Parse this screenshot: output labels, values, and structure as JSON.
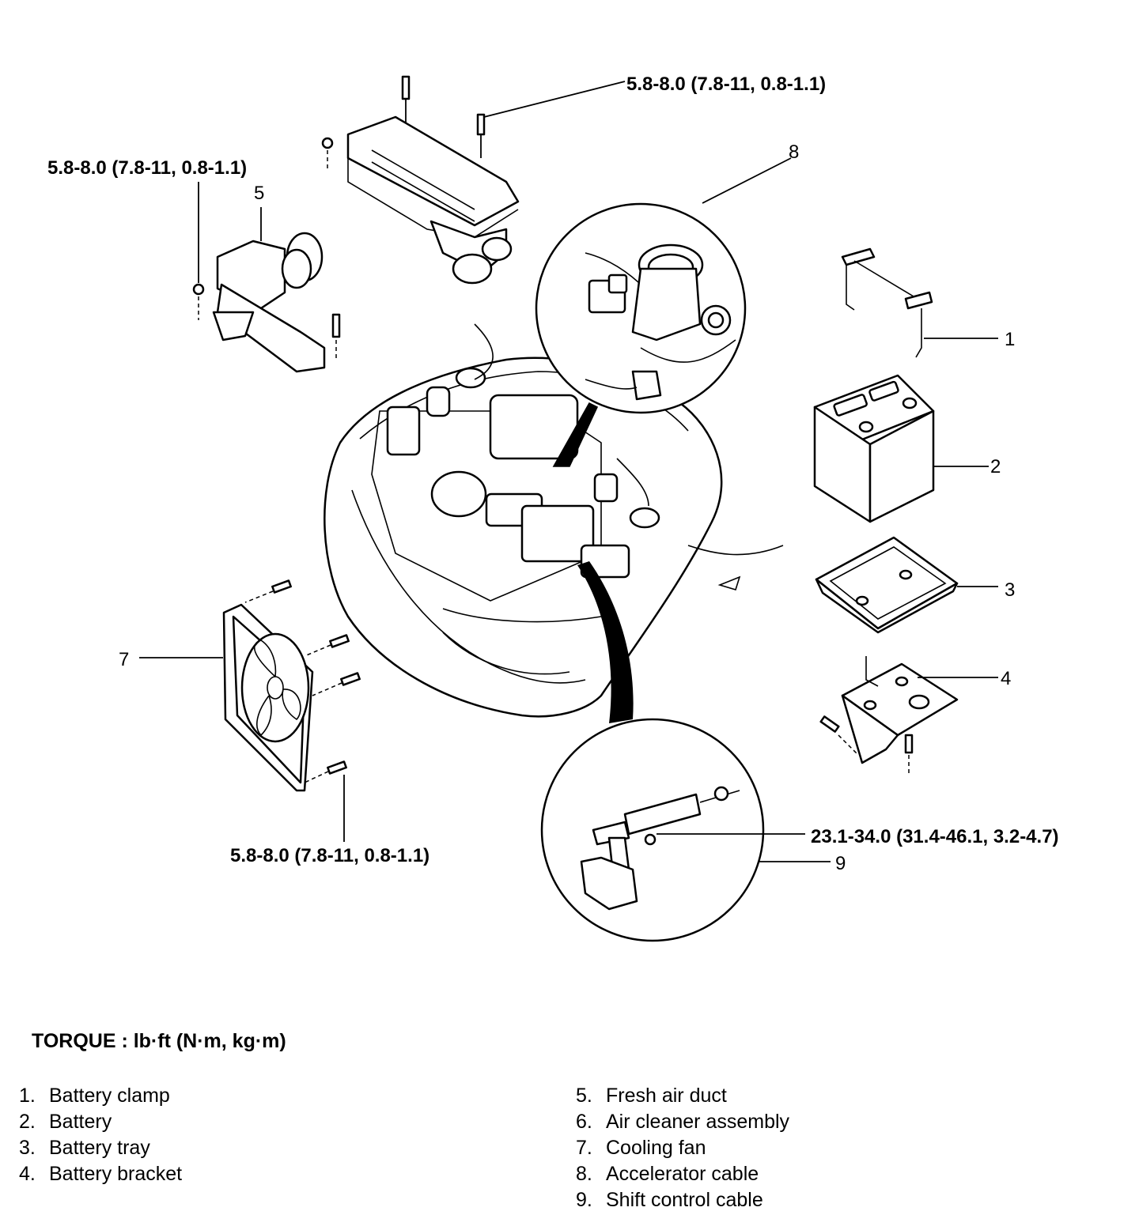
{
  "torque_specs": {
    "air_cleaner_bolt": "5.8-8.0 (7.8-11, 0.8-1.1)",
    "duct_nut": "5.8-8.0 (7.8-11, 0.8-1.1)",
    "fan_bolt": "5.8-8.0 (7.8-11, 0.8-1.1)",
    "shift_cable_nut": "23.1-34.0 (31.4-46.1, 3.2-4.7)"
  },
  "callouts": {
    "c1": "1",
    "c2": "2",
    "c3": "3",
    "c4": "4",
    "c5": "5",
    "c7": "7",
    "c8": "8",
    "c9": "9"
  },
  "torque_unit": "TORQUE : lb·ft (N·m, kg·m)",
  "legend": {
    "left": [
      {
        "num": "1.",
        "label": "Battery clamp"
      },
      {
        "num": "2.",
        "label": "Battery"
      },
      {
        "num": "3.",
        "label": "Battery tray"
      },
      {
        "num": "4.",
        "label": "Battery bracket"
      }
    ],
    "right": [
      {
        "num": "5.",
        "label": "Fresh air duct"
      },
      {
        "num": "6.",
        "label": "Air cleaner assembly"
      },
      {
        "num": "7.",
        "label": "Cooling fan"
      },
      {
        "num": "8.",
        "label": "Accelerator cable"
      },
      {
        "num": "9.",
        "label": "Shift control cable"
      }
    ]
  }
}
